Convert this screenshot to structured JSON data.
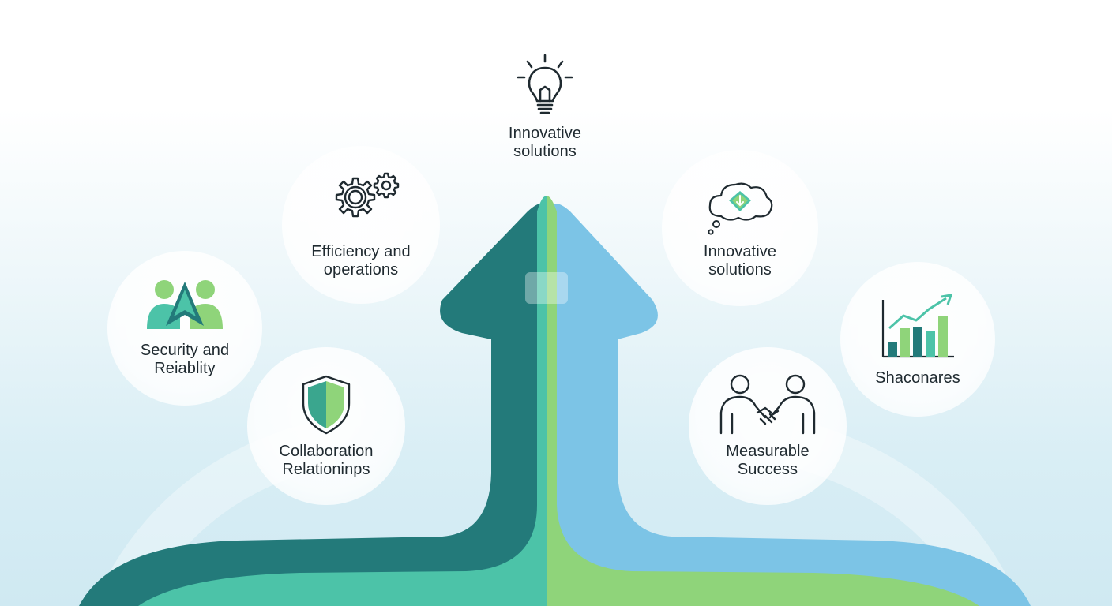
{
  "nodes": [
    {
      "id": "top",
      "icon": "lightbulb-icon",
      "lines": [
        "Innovative",
        "solutions"
      ]
    },
    {
      "id": "efficiency",
      "icon": "gears-icon",
      "lines": [
        "Efficiency and",
        "operations"
      ]
    },
    {
      "id": "security",
      "icon": "people-arrow-icon",
      "lines": [
        "Security and",
        "Reiablity"
      ]
    },
    {
      "id": "collaboration",
      "icon": "shield-icon",
      "lines": [
        "Collaboration",
        "Relationinps"
      ]
    },
    {
      "id": "innovative-cloud",
      "icon": "thought-cloud-icon",
      "lines": [
        "Innovative",
        "solutions"
      ]
    },
    {
      "id": "growth",
      "icon": "bar-chart-growth-icon",
      "lines": [
        "Shaconares"
      ]
    },
    {
      "id": "measurable",
      "icon": "handshake-icon",
      "lines": [
        "Measurable",
        "Success"
      ]
    }
  ],
  "colors": {
    "teal_dark": "#237a7a",
    "teal_mid": "#4cc3a8",
    "green": "#8fd47a",
    "blue": "#7cc4e6",
    "text": "#1f2a30"
  }
}
